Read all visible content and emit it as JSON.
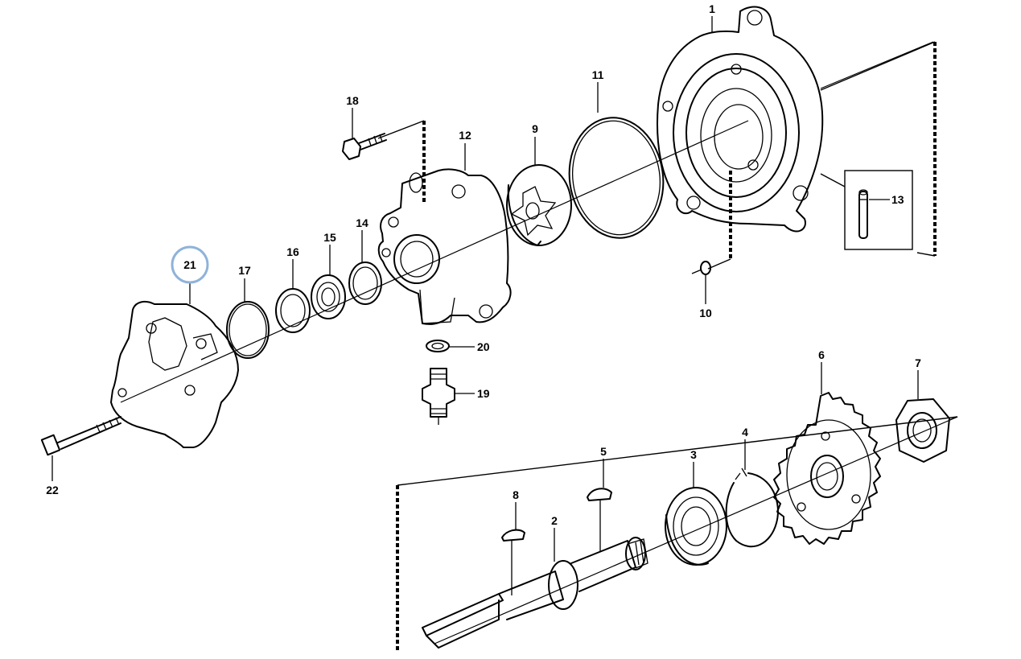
{
  "callouts": {
    "c1": "1",
    "c2": "2",
    "c3": "3",
    "c4": "4",
    "c5": "5",
    "c6": "6",
    "c7": "7",
    "c8": "8",
    "c9": "9",
    "c10": "10",
    "c11": "11",
    "c12": "12",
    "c13": "13",
    "c14": "14",
    "c15": "15",
    "c16": "16",
    "c17": "17",
    "c18": "18",
    "c19": "19",
    "c20": "20",
    "c21": "21",
    "c22": "22"
  },
  "highlight": {
    "callout": "21",
    "color": "#8fb3d9"
  },
  "part_shapes": {
    "housing-cover": "1",
    "drive-shaft": "2",
    "ball-bearing": "3",
    "circlip": "4",
    "key": "5",
    "sprocket": "6",
    "nut": "7",
    "key-small": "8",
    "rotor": "9",
    "pin": "10",
    "o-ring": "11",
    "pump-body": "12",
    "dowel-pin": "13",
    "seal-ring": "14",
    "bearing-15": "15",
    "seal-16": "16",
    "o-ring-17": "17",
    "bolt-18": "18",
    "nipple": "19",
    "washer": "20",
    "end-cover": "21",
    "screw-22": "22"
  }
}
